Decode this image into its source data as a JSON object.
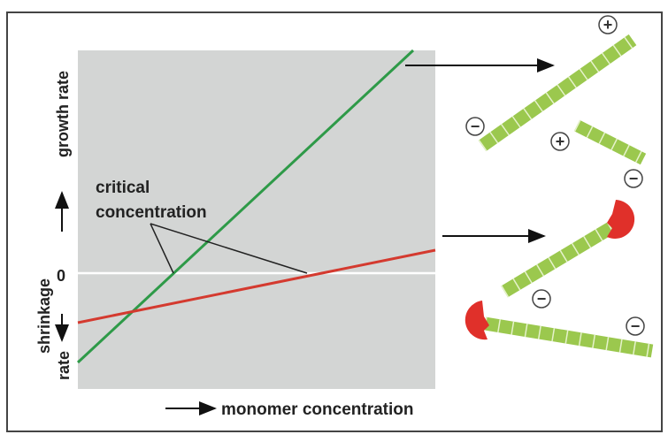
{
  "diagram": {
    "y_axis": {
      "upper_label": "growth rate",
      "zero_label": "0",
      "lower_label_1": "shrinkage",
      "lower_label_2": "rate"
    },
    "x_axis": {
      "label": "monomer concentration"
    },
    "annotation": {
      "line1": "critical",
      "line2": "concentration"
    },
    "symbols": {
      "plus": "+",
      "minus": "−"
    },
    "colors": {
      "plot_bg": "#d3d5d4",
      "green_line": "#2e9a48",
      "red_line": "#d43a2f",
      "filament": "#9bc84e",
      "cap": "#e0302a"
    }
  }
}
